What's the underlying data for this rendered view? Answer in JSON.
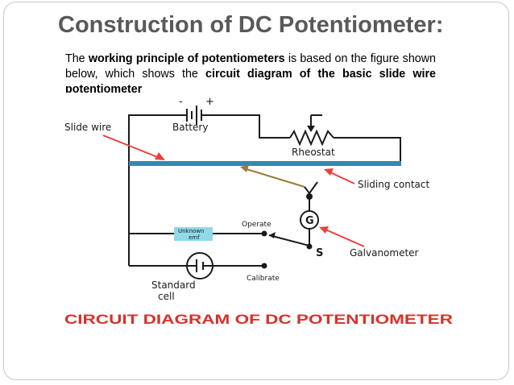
{
  "slide": {
    "title": "Construction of DC Potentiometer:",
    "paragraph": {
      "part1": "The ",
      "bold1": "working principle of potentiometers",
      "part2": " is based on the figure shown below, which shows the ",
      "bold2": "circuit diagram of the basic slide wire potentiometer"
    }
  },
  "diagram": {
    "labels": {
      "battery": "Battery",
      "battery_minus": "-",
      "battery_plus": "+",
      "slide_wire": "Slide wire",
      "rheostat": "Rheostat",
      "sliding_contact": "Sliding contact",
      "galvanometer": "Galvanometer",
      "galvanometer_symbol": "G",
      "switch_s": "S",
      "operate": "Operate",
      "calibrate": "Calibrate",
      "unknown_emf_line1": "Unknown",
      "unknown_emf_line2": "emf",
      "standard_cell_line1": "Standard",
      "standard_cell_line2": "cell"
    },
    "caption": "CIRCUIT DIAGRAM OF DC POTENTIOMETER",
    "colors": {
      "wire": "#1a1a1a",
      "slide_wire": "#2e8bb0",
      "arrow_red": "#e8403a",
      "sliding_contact": "#9a7b3a",
      "unknown_emf_box": "#8fd9e8",
      "caption": "#d5322a"
    }
  }
}
